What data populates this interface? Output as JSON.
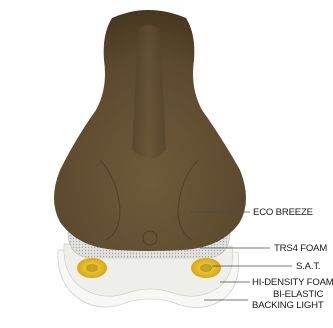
{
  "diagram": {
    "labels": {
      "eco_breeze": "ECO BREEZE",
      "trs4_foam": "TRS4 FOAM",
      "sat": "S.A.T.",
      "hi_density_foam": "HI-DENSITY FOAM",
      "bi_elastic_line1": "BI-ELASTIC",
      "bi_elastic_line2": "BACKING LIGHT"
    },
    "colors": {
      "eco_breeze": "#5e4a2e",
      "trs4_foam": "#d9d9d9",
      "sat": "#f0c21a",
      "hi_density_foam": "#eeeeea",
      "bi_elastic": "#f7f7f5"
    }
  }
}
